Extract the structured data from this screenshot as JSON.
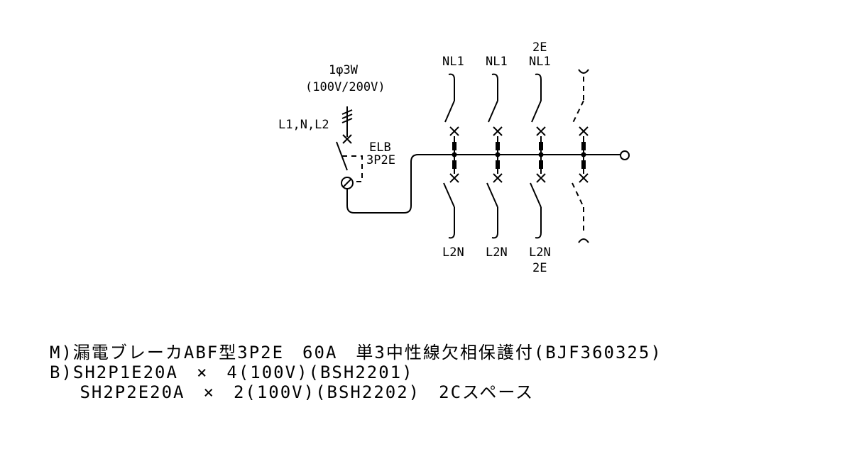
{
  "source": {
    "phase": "1φ3W",
    "voltage": "(100V/200V)",
    "terminals": "L1,N,L2"
  },
  "main_breaker": {
    "code": "ELB",
    "poles": "3P2E"
  },
  "branches": [
    {
      "top": "NL1",
      "top_extra": "",
      "bottom": "L2N",
      "bottom_extra": "",
      "spare": false
    },
    {
      "top": "NL1",
      "top_extra": "",
      "bottom": "L2N",
      "bottom_extra": "",
      "spare": false
    },
    {
      "top": "NL1",
      "top_extra": "2E",
      "bottom": "L2N",
      "bottom_extra": "2E",
      "spare": false
    },
    {
      "top": "",
      "top_extra": "",
      "bottom": "",
      "bottom_extra": "",
      "spare": true
    }
  ],
  "specs": [
    "M)漏電ブレーカABF型3P2E　60A　単3中性線欠相保護付(BJF360325)",
    "B)SH2P1E20A　×　4(100V)(BSH2201)",
    "　 SH2P2E20A　×　2(100V)(BSH2202)　2Cスペース"
  ]
}
